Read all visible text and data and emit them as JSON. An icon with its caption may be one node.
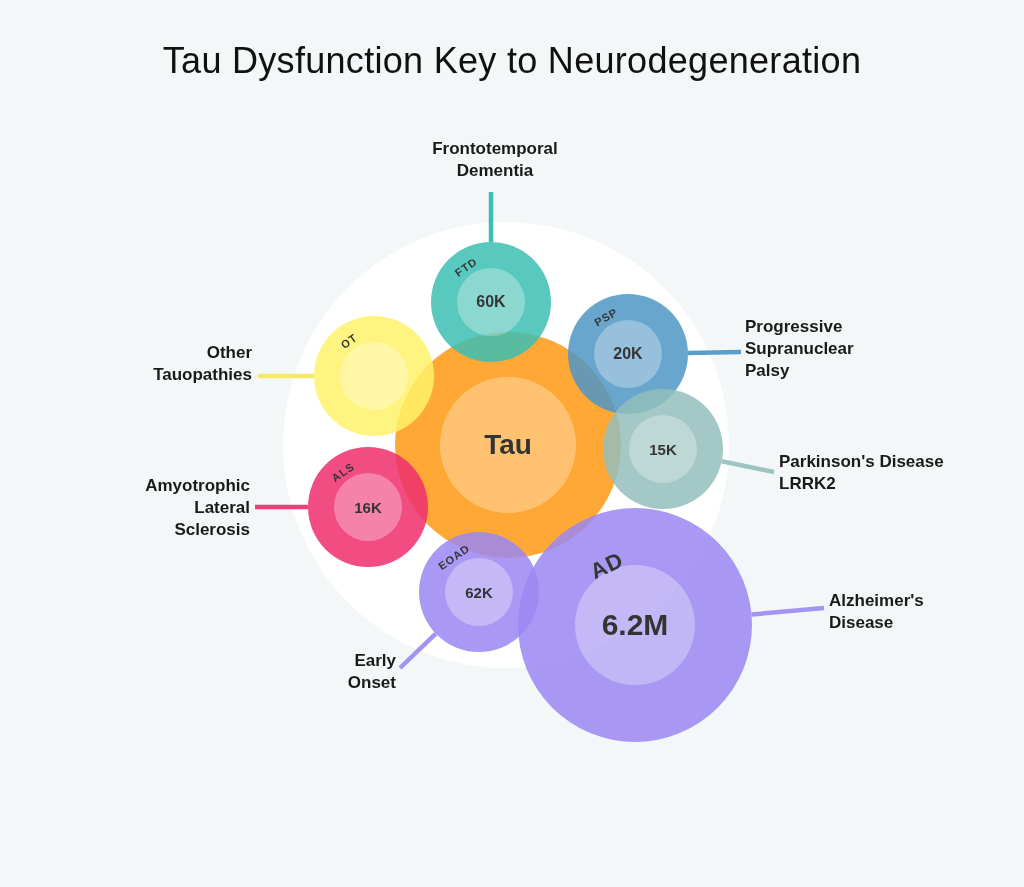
{
  "diagram": {
    "title": "Tau Dysfunction Key to Neurodegeneration",
    "nodes": [
      {
        "text": [
          "Tau"
        ]
      },
      {
        "text": [
          "FTD",
          "60K"
        ]
      },
      {
        "text": [
          "PSP",
          "20K"
        ]
      },
      {
        "text": [
          "15K"
        ]
      },
      {
        "text": [
          "AD",
          "6.2M"
        ]
      },
      {
        "text": [
          "EOAD",
          "62K"
        ]
      },
      {
        "text": [
          "ALS",
          "16K"
        ]
      },
      {
        "text": [
          "OT"
        ]
      },
      {
        "text": [
          "Frontotemporal Dementia"
        ]
      },
      {
        "text": [
          "Progressive Supranuclear Palsy"
        ]
      },
      {
        "text": [
          "Parkinson's Disease LRRK2"
        ]
      },
      {
        "text": [
          "Alzheimer's Disease"
        ]
      },
      {
        "text": [
          "Early Onset"
        ]
      },
      {
        "text": [
          "Amyotrophic Lateral Sclerosis"
        ]
      },
      {
        "text": [
          "Other Tauopathies"
        ]
      }
    ],
    "edges": [
      {
        "from": 1,
        "to": 8,
        "arrow": "none",
        "color": "#3dbfb3"
      },
      {
        "from": 2,
        "to": 9,
        "arrow": "none",
        "color": "#5a9fcc"
      },
      {
        "from": 3,
        "to": 10,
        "arrow": "none",
        "color": "#9cc4c0"
      },
      {
        "from": 4,
        "to": 11,
        "arrow": "none",
        "color": "#a393f2"
      },
      {
        "from": 5,
        "to": 12,
        "arrow": "none",
        "color": "#a393f2"
      },
      {
        "from": 6,
        "to": 13,
        "arrow": "none",
        "color": "#ee3f78"
      },
      {
        "from": 7,
        "to": 14,
        "arrow": "none",
        "color": "#f6e96a"
      }
    ]
  }
}
